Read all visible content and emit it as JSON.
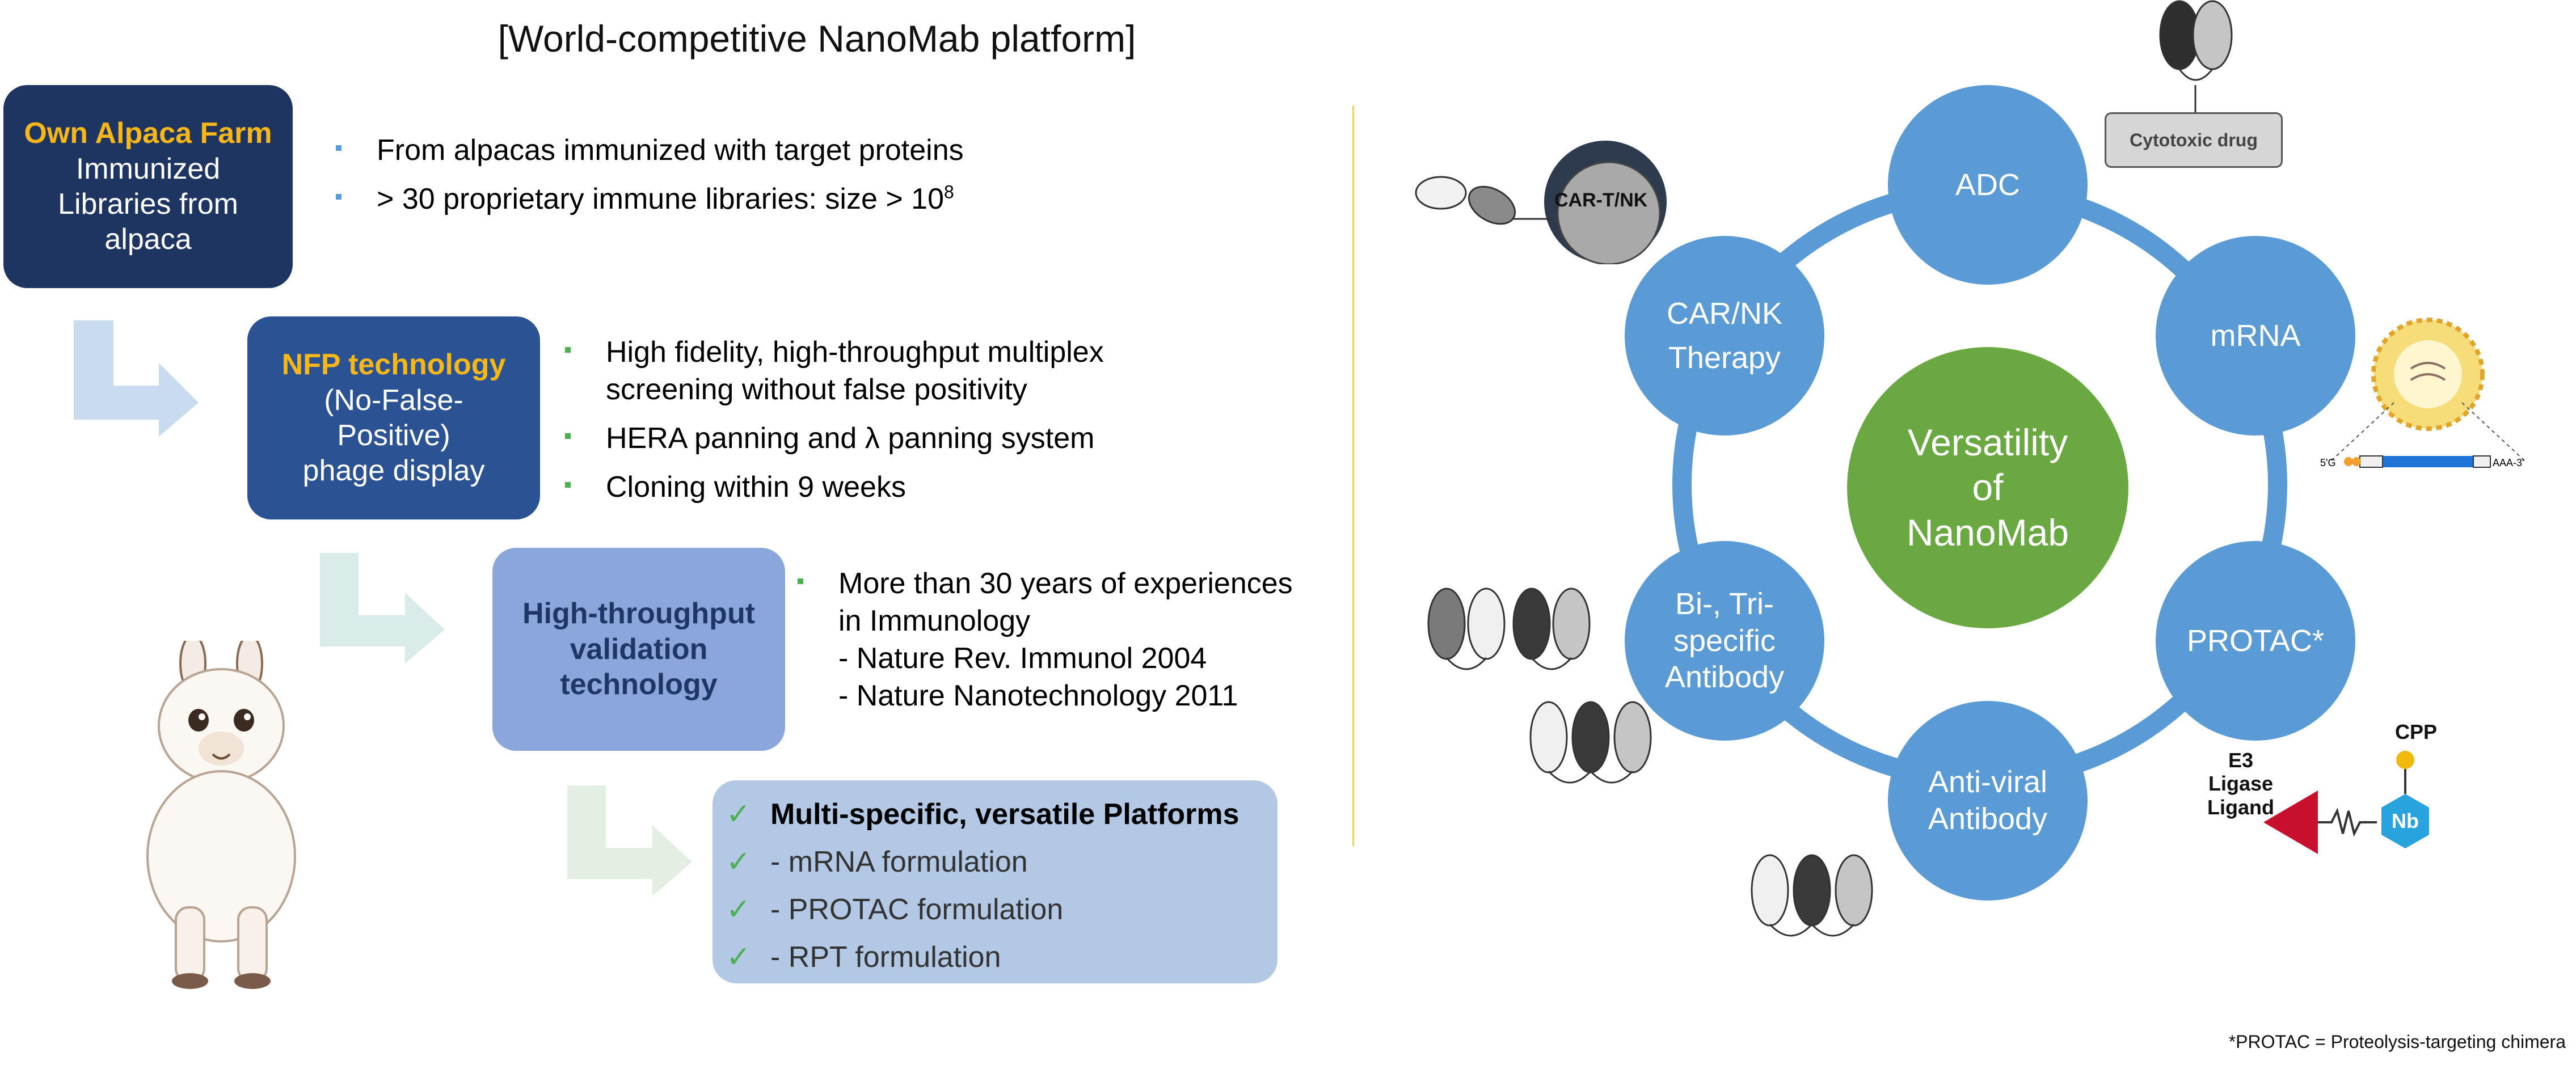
{
  "title": "[World-competitive NanoMab platform]",
  "steps": {
    "alpaca": {
      "highlight": "Own Alpaca Farm",
      "lines": [
        "Immunized",
        "Libraries from",
        "alpaca"
      ]
    },
    "nfp": {
      "highlight": "NFP technology",
      "lines": [
        "(No-False-",
        "Positive)",
        "phage display"
      ]
    },
    "htv": {
      "lines": [
        "High-throughput",
        "validation",
        "technology"
      ]
    }
  },
  "bullets1": [
    "From alpacas immunized with target proteins",
    "> 30 proprietary immune libraries: size > 10",
    "8"
  ],
  "bullets2": [
    "High fidelity, high-throughput multiplex screening without false positivity",
    "HERA panning and λ panning system",
    "Cloning within 9 weeks"
  ],
  "bullets3": {
    "main": "More than 30 years of experiences in Immunology",
    "refs": [
      "- Nature Rev. Immunol 2004",
      "- Nature Nanotechnology 2011"
    ]
  },
  "platforms": {
    "check": "✓",
    "items": [
      "Multi-specific, versatile Platforms",
      "- mRNA formulation",
      "- PROTAC formulation",
      "- RPT formulation"
    ]
  },
  "wheel": {
    "center": [
      "Versatility",
      "of",
      "NanoMab"
    ],
    "adc": "ADC",
    "mrna": "mRNA",
    "protac": "PROTAC*",
    "antiviral": [
      "Anti-viral",
      "Antibody"
    ],
    "bispecific": [
      "Bi-, Tri-",
      "specific",
      "Antibody"
    ],
    "carnk": [
      "CAR/NK",
      "Therapy"
    ]
  },
  "labels": {
    "cytotoxic_drug": "Cytotoxic drug",
    "cart_nk": "CAR-T/NK",
    "cpp": "CPP",
    "e3_ligase": [
      "E3 Ligase",
      "Ligand"
    ],
    "nb": "Nb",
    "mrna_5": "5'G",
    "mrna_3": "AAA-3'"
  },
  "footnote": "*PROTAC = Proteolysis-targeting chimera",
  "colors": {
    "navy": "#1d3560",
    "blue": "#2b5393",
    "periwinkle": "#8aa6da",
    "pale": "#b2c8e4",
    "wheel": "#5b9bd5",
    "center": "#6aa842",
    "accent": "#f7b718"
  }
}
